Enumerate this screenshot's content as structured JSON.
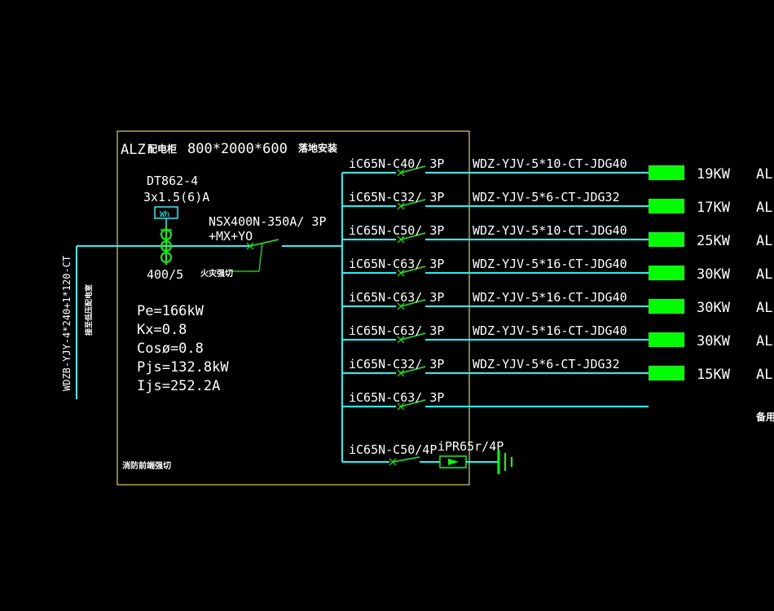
{
  "panel": {
    "title_code": "ALZ",
    "title_cn": "配电柜",
    "title_size": "800*2000*600",
    "title_install": "落地安装",
    "meter_model": "DT862-4",
    "meter_rating": "3x1.5(6)A",
    "meter_label": "Wh",
    "ct_ratio": "400/5",
    "main_breaker_line1": "NSX400N-350A/ 3P",
    "main_breaker_line2": "+MX+YO",
    "fire_cut": "火灾强切",
    "pe": "Pe=166kW",
    "kx": "Kx=0.8",
    "cos": "Cosø=0.8",
    "pjs": "Pjs=132.8kW",
    "ijs": "Ijs=252.2A",
    "fire_fan_cut": "消防前端强切"
  },
  "incoming": {
    "cable": "WDZB-YJY-4*240+1*120-CT",
    "source": "接至低压配电室"
  },
  "branches": [
    {
      "breaker": "iC65N-C40/ 3P",
      "cable": "WDZ-YJV-5*10-CT-JDG40",
      "load": "19KW",
      "target": "AL"
    },
    {
      "breaker": "iC65N-C32/ 3P",
      "cable": "WDZ-YJV-5*6-CT-JDG32",
      "load": "17KW",
      "target": "AL"
    },
    {
      "breaker": "iC65N-C50/ 3P",
      "cable": "WDZ-YJV-5*10-CT-JDG40",
      "load": "25KW",
      "target": "AL"
    },
    {
      "breaker": "iC65N-C63/ 3P",
      "cable": "WDZ-YJV-5*16-CT-JDG40",
      "load": "30KW",
      "target": "AL"
    },
    {
      "breaker": "iC65N-C63/ 3P",
      "cable": "WDZ-YJV-5*16-CT-JDG40",
      "load": "30KW",
      "target": "AL"
    },
    {
      "breaker": "iC65N-C63/ 3P",
      "cable": "WDZ-YJV-5*16-CT-JDG40",
      "load": "30KW",
      "target": "AL"
    },
    {
      "breaker": "iC65N-C32/ 3P",
      "cable": "WDZ-YJV-5*6-CT-JDG32",
      "load": "15KW",
      "target": "AL"
    },
    {
      "breaker": "iC65N-C63/ 3P",
      "cable": "",
      "load": "",
      "target": "备用"
    }
  ],
  "spd": {
    "breaker": "iC65N-C50/4P",
    "device": "iPR65r/4P"
  },
  "colors": {
    "background": "#000000",
    "wire": "#00ffff",
    "panel_border": "#ffff66",
    "switch": "#00ff00",
    "load_block": "#00ff00",
    "text": "#ffffff"
  }
}
